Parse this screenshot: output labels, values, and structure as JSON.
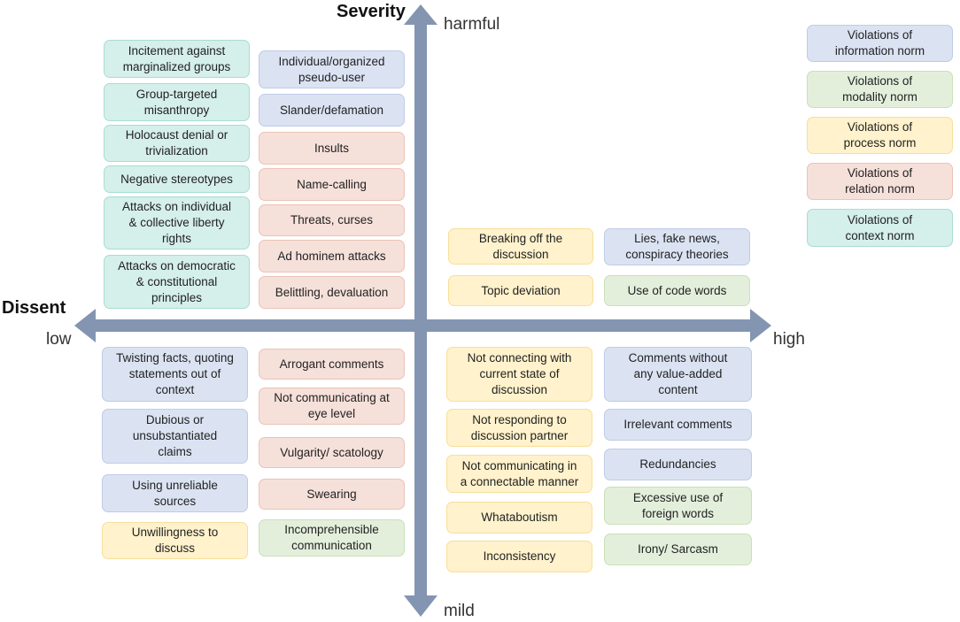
{
  "axes": {
    "vertical_title": "Severity",
    "vertical_top": "harmful",
    "vertical_bottom": "mild",
    "horizontal_title": "Dissent",
    "horizontal_left": "low",
    "horizontal_right": "high"
  },
  "colors": {
    "information": {
      "fill": "#dbe3f3",
      "border": "#bfcbe6"
    },
    "modality": {
      "fill": "#e3efdb",
      "border": "#c9e0b9"
    },
    "process": {
      "fill": "#fff2cc",
      "border": "#f7df9a"
    },
    "relation": {
      "fill": "#f6e0da",
      "border": "#ebc3b7"
    },
    "context": {
      "fill": "#d5efea",
      "border": "#a9ddd2"
    }
  },
  "legend": [
    {
      "norm": "information",
      "label": "Violations of\ninformation norm"
    },
    {
      "norm": "modality",
      "label": "Violations of\nmodality norm"
    },
    {
      "norm": "process",
      "label": "Violations of\nprocess norm"
    },
    {
      "norm": "relation",
      "label": "Violations of\nrelation norm"
    },
    {
      "norm": "context",
      "label": "Violations of\ncontext norm"
    }
  ],
  "items": [
    {
      "norm": "context",
      "label": "Incitement against\nmarginalized groups"
    },
    {
      "norm": "context",
      "label": "Group-targeted\nmisanthropy"
    },
    {
      "norm": "context",
      "label": "Holocaust denial or\ntrivialization"
    },
    {
      "norm": "context",
      "label": "Negative stereotypes"
    },
    {
      "norm": "context",
      "label": "Attacks on individual\n& collective liberty\nrights"
    },
    {
      "norm": "context",
      "label": "Attacks on democratic\n& constitutional\nprinciples"
    },
    {
      "norm": "information",
      "label": "Individual/organized\npseudo-user"
    },
    {
      "norm": "information",
      "label": "Slander/defamation"
    },
    {
      "norm": "relation",
      "label": "Insults"
    },
    {
      "norm": "relation",
      "label": "Name-calling"
    },
    {
      "norm": "relation",
      "label": "Threats, curses"
    },
    {
      "norm": "relation",
      "label": "Ad hominem attacks"
    },
    {
      "norm": "relation",
      "label": "Belittling, devaluation"
    },
    {
      "norm": "process",
      "label": "Breaking off the\ndiscussion"
    },
    {
      "norm": "process",
      "label": "Topic deviation"
    },
    {
      "norm": "information",
      "label": "Lies, fake news,\nconspiracy theories"
    },
    {
      "norm": "modality",
      "label": "Use of code words"
    },
    {
      "norm": "information",
      "label": "Twisting facts, quoting\nstatements out of\ncontext"
    },
    {
      "norm": "information",
      "label": "Dubious or\nunsubstantiated\nclaims"
    },
    {
      "norm": "information",
      "label": "Using unreliable\nsources"
    },
    {
      "norm": "process",
      "label": "Unwillingness to\ndiscuss"
    },
    {
      "norm": "relation",
      "label": "Arrogant comments"
    },
    {
      "norm": "relation",
      "label": "Not communicating at\neye level"
    },
    {
      "norm": "relation",
      "label": "Vulgarity/ scatology"
    },
    {
      "norm": "relation",
      "label": "Swearing"
    },
    {
      "norm": "modality",
      "label": "Incomprehensible\ncommunication"
    },
    {
      "norm": "process",
      "label": "Not connecting with\ncurrent state of\ndiscussion"
    },
    {
      "norm": "process",
      "label": "Not responding to\ndiscussion partner"
    },
    {
      "norm": "process",
      "label": "Not communicating in\na connectable manner"
    },
    {
      "norm": "process",
      "label": "Whataboutism"
    },
    {
      "norm": "process",
      "label": "Inconsistency"
    },
    {
      "norm": "information",
      "label": "Comments without\nany value-added\ncontent"
    },
    {
      "norm": "information",
      "label": "Irrelevant comments"
    },
    {
      "norm": "information",
      "label": "Redundancies"
    },
    {
      "norm": "modality",
      "label": "Excessive use of\nforeign words"
    },
    {
      "norm": "modality",
      "label": "Irony/ Sarcasm"
    }
  ]
}
